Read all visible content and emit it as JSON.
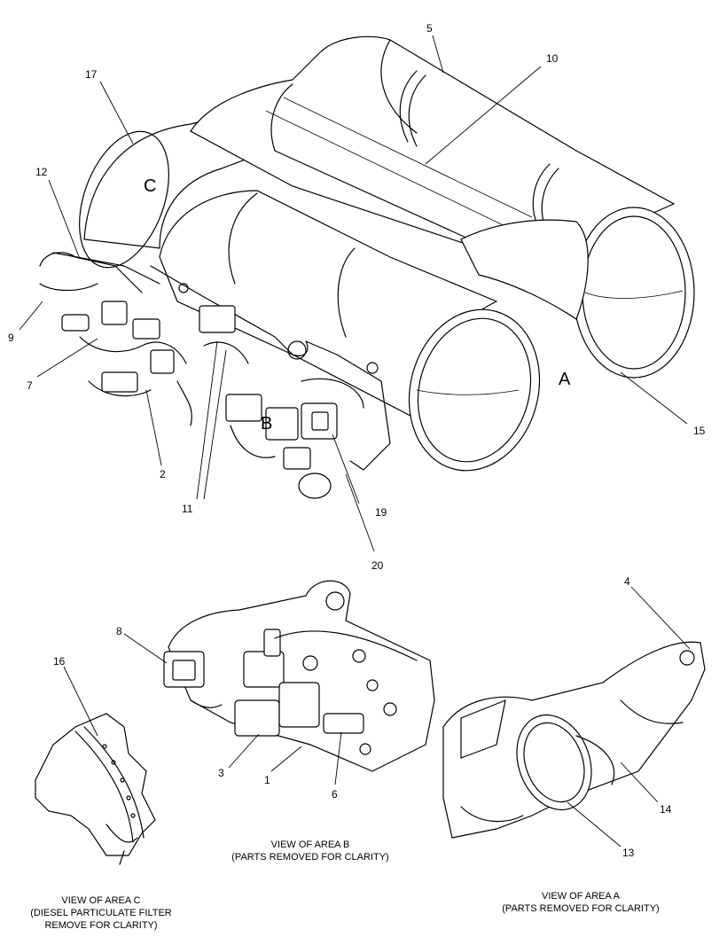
{
  "callouts": {
    "c1": "1",
    "c2": "2",
    "c3": "3",
    "c4": "4",
    "c5": "5",
    "c6": "6",
    "c7": "7",
    "c8": "8",
    "c9": "9",
    "c10": "10",
    "c11": "11",
    "c12": "12",
    "c13": "13",
    "c14": "14",
    "c15": "15",
    "c16": "16",
    "c17": "17",
    "c19": "19",
    "c20": "20"
  },
  "area_labels": {
    "a": "A",
    "b": "B",
    "c": "C"
  },
  "captions": {
    "area_b": {
      "line1": "VIEW OF AREA B",
      "line2": "(PARTS REMOVED FOR CLARITY)"
    },
    "area_c": {
      "line1": "VIEW OF AREA C",
      "line2": "(DIESEL PARTICULATE FILTER",
      "line3": "REMOVE FOR CLARITY)"
    },
    "area_a": {
      "line1": "VIEW OF AREA A",
      "line2": "(PARTS REMOVED FOR CLARITY)"
    }
  }
}
